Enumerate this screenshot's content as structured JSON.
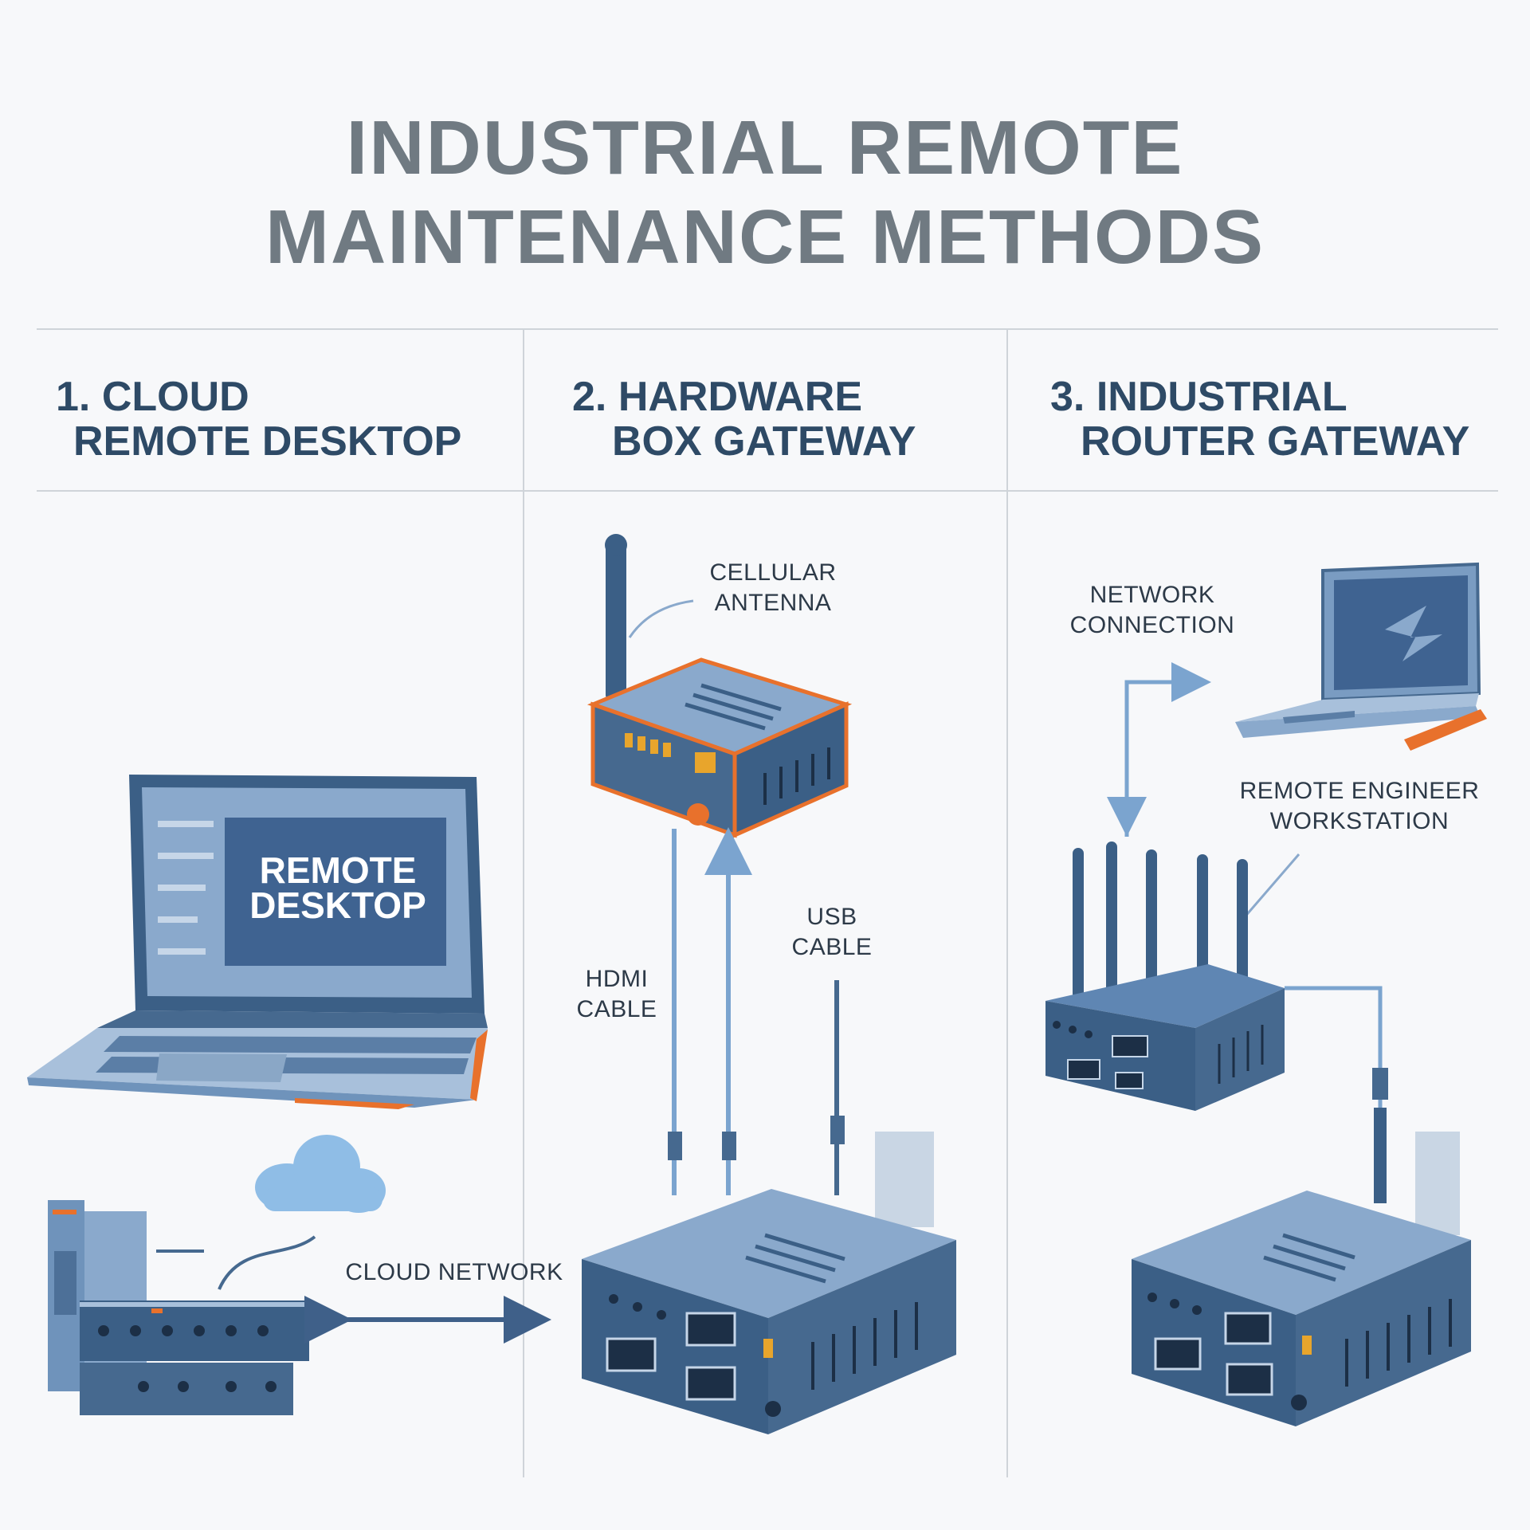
{
  "title": {
    "line1": "INDUSTRIAL REMOTE",
    "line2": "MAINTENANCE METHODS"
  },
  "columns": [
    {
      "number_line": "1. CLOUD",
      "subtitle": "REMOTE DESKTOP"
    },
    {
      "number_line": "2. HARDWARE",
      "subtitle": "BOX GATEWAY"
    },
    {
      "number_line": "3. INDUSTRIAL",
      "subtitle": "ROUTER GATEWAY"
    }
  ],
  "screen_text": {
    "line1": "REMOTE",
    "line2": "DESKTOP"
  },
  "labels": {
    "cloud_network": "CLOUD NETWORK",
    "cellular_antenna": [
      "CELLULAR",
      "ANTENNA"
    ],
    "hdmi_cable": [
      "HDMI",
      "CABLE"
    ],
    "usb_cable": [
      "USB",
      "CABLE"
    ],
    "network_connection": [
      "NETWORK",
      "CONNECTION"
    ],
    "remote_engineer": [
      "REMOTE ENGINEER",
      "WORKSTATION"
    ]
  },
  "colors": {
    "device_blue": "#5f86b3",
    "device_dark": "#3b5f86",
    "accent_orange": "#e8712c",
    "cloud": "#8fbde6"
  }
}
